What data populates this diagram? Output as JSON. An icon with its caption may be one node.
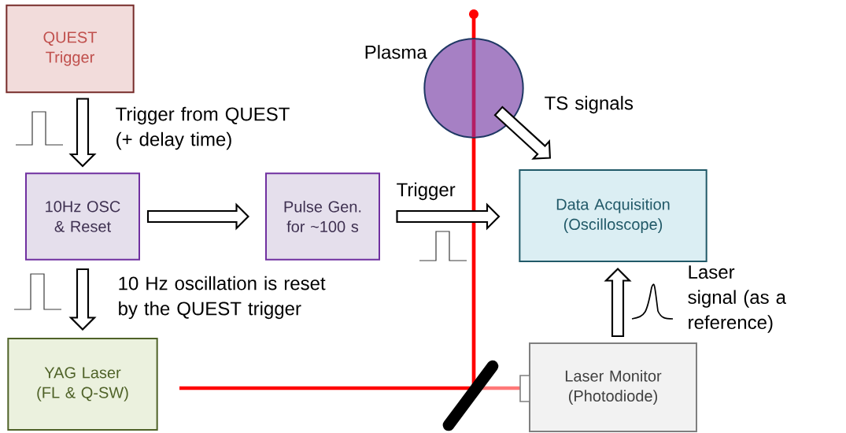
{
  "diagram": {
    "nodes": [
      {
        "text": [
          "QUEST Trigger"
        ]
      },
      {
        "text": [
          "10Hz OSC & Reset"
        ]
      },
      {
        "text": [
          "Pulse Gen. for ~100 s"
        ]
      },
      {
        "text": [
          "Data Acquisition (Oscilloscope)"
        ]
      },
      {
        "text": [
          "YAG Laser (FL & Q-SW)"
        ]
      },
      {
        "text": [
          "Laser Monitor (Photodiode)"
        ]
      },
      {
        "text": [],
        "shape": "circle",
        "beside": [
          "Plasma"
        ]
      }
    ],
    "edges": [
      {
        "from": 0,
        "to": 1,
        "arrow": "to",
        "label": "Trigger from QUEST (+ delay time)"
      },
      {
        "from": 1,
        "to": 2,
        "arrow": "to"
      },
      {
        "from": 2,
        "to": 3,
        "arrow": "to",
        "label": "Trigger"
      },
      {
        "from": 1,
        "to": 4,
        "arrow": "to",
        "label": "10 Hz oscillation is reset by the QUEST trigger"
      },
      {
        "from": 6,
        "to": 3,
        "arrow": "to",
        "label": "TS signals"
      },
      {
        "from": 5,
        "to": 3,
        "arrow": "to",
        "label": "Laser signal (as a reference)"
      }
    ]
  }
}
